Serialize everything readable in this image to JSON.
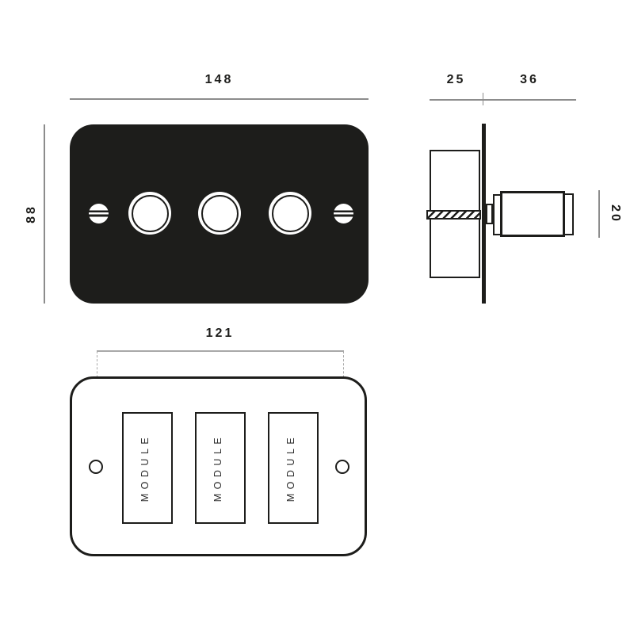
{
  "meta": {
    "background": "#ffffff",
    "ink": "#1d1d1b",
    "dim_line_color": "#8c8c8c",
    "dash_line_color": "#a8a8a8",
    "module_text_color": "#2e2e2e"
  },
  "views": {
    "front": {
      "name": "faceplate front view with 3 dimmer knobs and 2 screws",
      "dims": {
        "width": "148",
        "height": "88"
      }
    },
    "side": {
      "name": "faceplate side profile with back box, fixing screw and knob",
      "dims": {
        "box_depth": "25",
        "knob_projection": "36",
        "knob_diameter": "20"
      }
    },
    "rear": {
      "name": "faceplate rear view with module bays",
      "dims": {
        "fixing_centres": "121"
      },
      "modules": [
        {
          "label": "MODULE"
        },
        {
          "label": "MODULE"
        },
        {
          "label": "MODULE"
        }
      ]
    }
  }
}
